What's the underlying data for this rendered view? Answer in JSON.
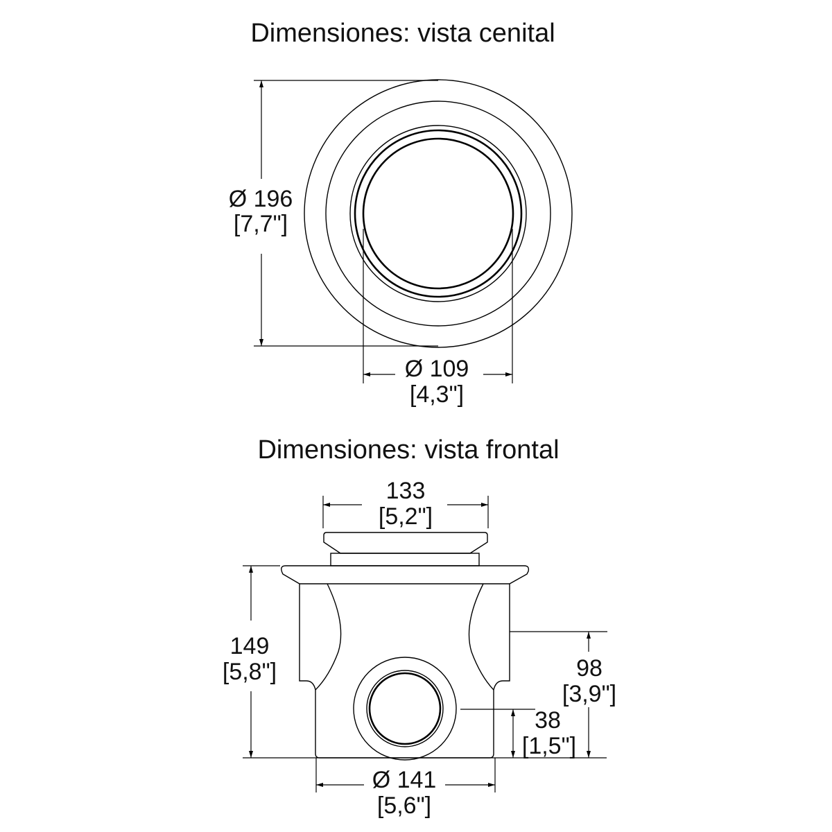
{
  "top_view": {
    "title": "Dimensiones: vista cenital",
    "outer_diameter": {
      "mm": "Ø 196",
      "in": "[7,7\"]"
    },
    "inner_diameter": {
      "mm": "Ø 109",
      "in": "[4,3\"]"
    }
  },
  "front_view": {
    "title": "Dimensiones: vista frontal",
    "cap_width": {
      "mm": "133",
      "in": "[5,2\"]"
    },
    "total_height": {
      "mm": "149",
      "in": "[5,8\"]"
    },
    "side_height": {
      "mm": "98",
      "in": "[3,9\"]"
    },
    "outlet_height": {
      "mm": "38",
      "in": "[1,5\"]"
    },
    "base_diameter": {
      "mm": "Ø 141",
      "in": "[5,6\"]"
    }
  }
}
